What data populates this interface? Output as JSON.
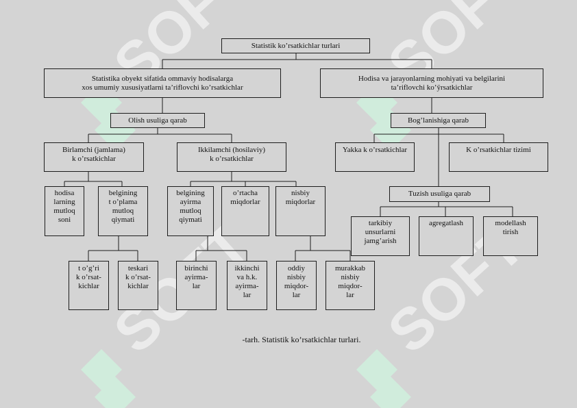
{
  "diagram": {
    "nodes": {
      "root": "Statistik ko’rsatkichlar turlari",
      "left_main": "Statistika obyekt sifatida ommaviy hodisalarga\nxos umumiy xususiyatlarni ta’riflovchi ko’rsatkichlar",
      "right_main": "Hodisa va jarayonlarning mohiyati va belgilarini\nta’riflovchi ko’ÿrsatkichlar",
      "olish": "Olish usuliga qarab",
      "boglanish": "Bog’lanishiga qarab",
      "birlamchi": "Birlamchi (jamlama)\nk o’rsatkichlar",
      "ikkilamchi": "Ikkilamchi (hosilaviy)\nk o’rsatkichlar",
      "yakka": "Yakka k o’rsatkichlar",
      "tizimi": "K o’rsatkichlar tizimi",
      "hodisa": "hodisa\nlarning\nmutloq\nsoni",
      "belgining_t": "belgining\nt o’plama\nmutloq\nqiymati",
      "belgining_a": "belgining\nayirma\nmutloq\nqiymati",
      "ortacha": "o’rtacha\nmiqdorlar",
      "nisbiy": "nisbiy\nmiqdorlar",
      "tuzish": "Tuzish usuliga qarab",
      "tarkibiy": "tarkibiy\nunsurlarni\njamg’arish",
      "agregatlash": "agregatlash",
      "modellash": "modellash\ntirish",
      "togri": "t o’g’ri\nk o’rsat-\nkichlar",
      "teskari": "teskari\nk o’rsat-\nkichlar",
      "birinchi": "birinchi\nayirma-\nlar",
      "ikkinchi": "ikkinchi\nva h.k.\nayirma-\nlar",
      "oddiy": "oddiy\nnisbiy\nmiqdor-\nlar",
      "murakkab": "murakkab\nnisbiy\nmiqdor-\nlar"
    },
    "caption": "-tarh. Statistik ko’rsatkichlar turlari."
  },
  "watermark": {
    "text": "SOFT",
    "colors": {
      "mark": "#cfeedd",
      "text": "#ffffff"
    }
  },
  "colors": {
    "background": "#d4d4d4",
    "line": "#1b1b1b",
    "text": "#111111"
  }
}
